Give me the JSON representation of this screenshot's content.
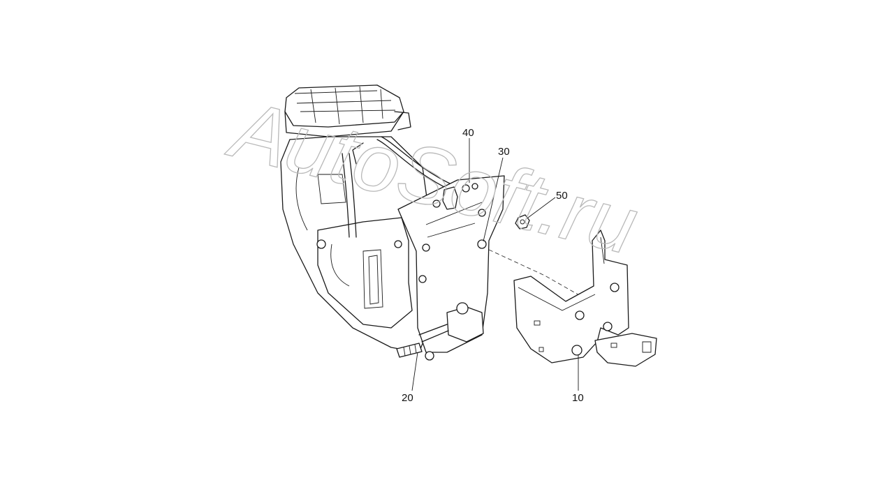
{
  "watermark": "AutoSoft.ru",
  "callouts": [
    {
      "id": "10",
      "label": "10"
    },
    {
      "id": "20",
      "label": "20"
    },
    {
      "id": "30",
      "label": "30"
    },
    {
      "id": "40",
      "label": "40"
    },
    {
      "id": "50",
      "label": "50"
    }
  ]
}
